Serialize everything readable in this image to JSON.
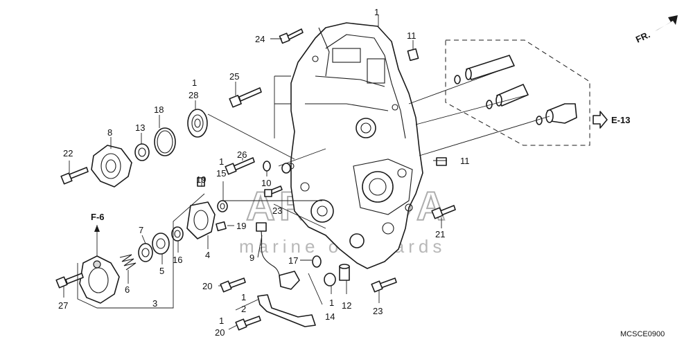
{
  "diagram": {
    "code": "MCSCE0900",
    "direction_label": "FR.",
    "ref_e13": "E-13",
    "ref_f6": "F-6",
    "watermark": {
      "brand": "ARMADA",
      "tagline": "marine outboards"
    },
    "callouts": [
      {
        "id": "c1",
        "text": "1"
      },
      {
        "id": "c24",
        "text": "24"
      },
      {
        "id": "c11a",
        "text": "11"
      },
      {
        "id": "c25",
        "text": "25"
      },
      {
        "id": "c1b",
        "text": "1"
      },
      {
        "id": "c28",
        "text": "28"
      },
      {
        "id": "c18",
        "text": "18"
      },
      {
        "id": "c13",
        "text": "13"
      },
      {
        "id": "c8",
        "text": "8"
      },
      {
        "id": "c22",
        "text": "22"
      },
      {
        "id": "c1c",
        "text": "1"
      },
      {
        "id": "c26",
        "text": "26"
      },
      {
        "id": "c15",
        "text": "15"
      },
      {
        "id": "c19a",
        "text": "19"
      },
      {
        "id": "c10",
        "text": "10"
      },
      {
        "id": "c23a",
        "text": "23"
      },
      {
        "id": "c11b",
        "text": "11"
      },
      {
        "id": "c19b",
        "text": "19"
      },
      {
        "id": "c7",
        "text": "7"
      },
      {
        "id": "c5",
        "text": "5"
      },
      {
        "id": "c16",
        "text": "16"
      },
      {
        "id": "c4",
        "text": "4"
      },
      {
        "id": "c9",
        "text": "9"
      },
      {
        "id": "c17",
        "text": "17"
      },
      {
        "id": "c6",
        "text": "6"
      },
      {
        "id": "c27",
        "text": "27"
      },
      {
        "id": "c3",
        "text": "3"
      },
      {
        "id": "c20a",
        "text": "20"
      },
      {
        "id": "c1d",
        "text": "1"
      },
      {
        "id": "c2",
        "text": "2"
      },
      {
        "id": "c1e",
        "text": "1"
      },
      {
        "id": "c20b",
        "text": "20"
      },
      {
        "id": "c1f",
        "text": "1"
      },
      {
        "id": "c14",
        "text": "14"
      },
      {
        "id": "c12",
        "text": "12"
      },
      {
        "id": "c23b",
        "text": "23"
      },
      {
        "id": "c21",
        "text": "21"
      }
    ]
  }
}
